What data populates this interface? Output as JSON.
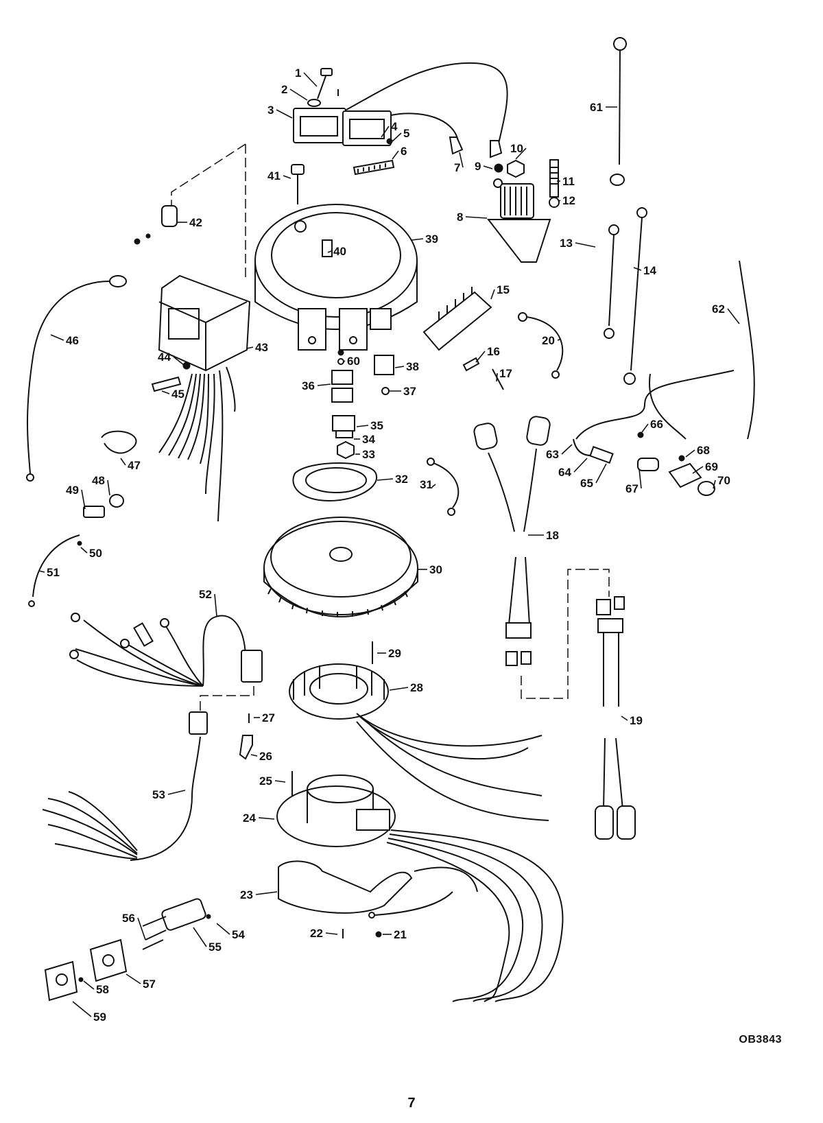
{
  "figure_code": "OB3843",
  "page_number": "7",
  "callouts": [
    "1",
    "2",
    "3",
    "4",
    "5",
    "6",
    "7",
    "8",
    "9",
    "10",
    "11",
    "12",
    "13",
    "14",
    "15",
    "16",
    "17",
    "18",
    "19",
    "20",
    "21",
    "22",
    "23",
    "24",
    "25",
    "26",
    "27",
    "28",
    "29",
    "30",
    "31",
    "32",
    "33",
    "34",
    "35",
    "36",
    "37",
    "38",
    "39",
    "40",
    "41",
    "42",
    "43",
    "44",
    "45",
    "46",
    "47",
    "48",
    "49",
    "50",
    "51",
    "52",
    "53",
    "54",
    "55",
    "56",
    "57",
    "58",
    "59",
    "60",
    "61",
    "62",
    "63",
    "64",
    "65",
    "66",
    "67",
    "68",
    "69",
    "70"
  ]
}
